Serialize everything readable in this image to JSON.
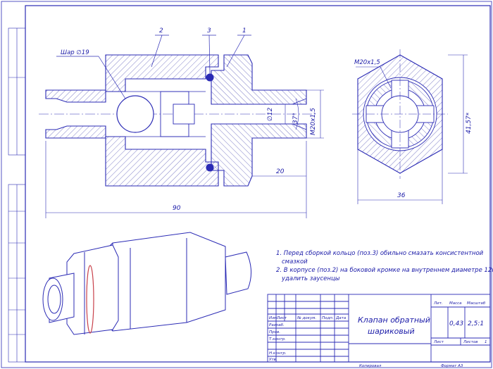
{
  "labels": {
    "part1": "1",
    "part2": "2",
    "part3": "3",
    "ball": "Шар ∅19",
    "thread_hex": "M20x1,5"
  },
  "dimensions": {
    "len_total": "90",
    "len_end": "20",
    "d1": "∅12",
    "d2": "37°",
    "thread": "M20x1,5",
    "hex_flats": "36",
    "hex_corners": "41,57*"
  },
  "notes": {
    "n1a": "1. Перед сборкой кольцо (поз.3) обильно смазать консистентной",
    "n1b": "смазкой",
    "n2a": "2. В корпусе (поз.2) на боковой кромке на внутреннем диаметре 12мм",
    "n2b": "удалить заусенцы"
  },
  "title_block": {
    "name_line1": "Клапан обратный",
    "name_line2": "шариковый",
    "lit_label": "Лит.",
    "mass_label": "Масса",
    "scale_label": "Масштаб",
    "mass": "0,43",
    "scale": "2,5:1",
    "sheet_label": "Лист",
    "sheets_label": "Листов",
    "sheets": "1",
    "dev": "Разраб.",
    "check": "Пров.",
    "tcontr": "Т.контр.",
    "ncontr": "Н.контр.",
    "appr": "Утв.",
    "izm": "Изм.",
    "list": "Лист",
    "ndoc": "№ докум.",
    "sign": "Подп.",
    "date": "Дата"
  },
  "footer": {
    "copy": "Копировал",
    "format": "Формат  A3"
  }
}
